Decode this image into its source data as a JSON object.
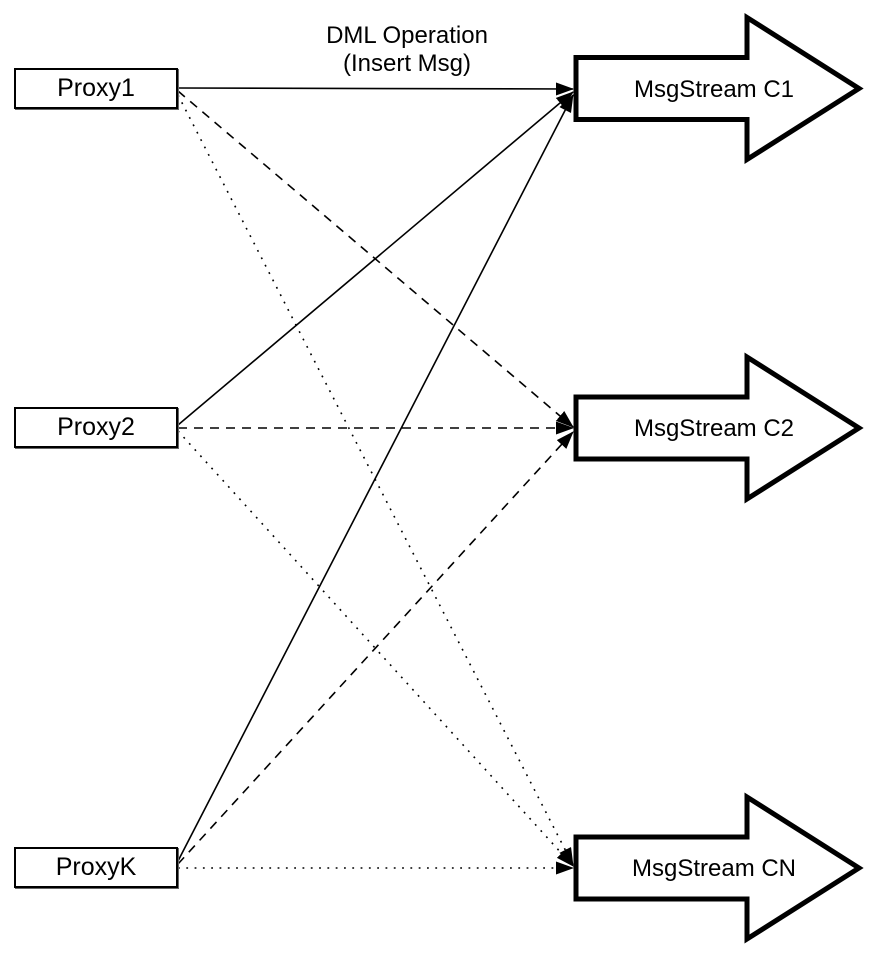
{
  "diagram": {
    "background_color": "#ffffff",
    "stroke_color": "#000000",
    "node_fill_color": "#ffffff",
    "edge_label": {
      "line1": "DML Operation",
      "line2": "(Insert Msg)"
    },
    "proxies": [
      {
        "id": "proxy1",
        "label": "Proxy1"
      },
      {
        "id": "proxy2",
        "label": "Proxy2"
      },
      {
        "id": "proxyk",
        "label": "ProxyK"
      }
    ],
    "streams": [
      {
        "id": "msgstream-c1",
        "label": "MsgStream C1"
      },
      {
        "id": "msgstream-c2",
        "label": "MsgStream C2"
      },
      {
        "id": "msgstream-cn",
        "label": "MsgStream CN"
      }
    ],
    "connections": [
      {
        "from": "Proxy1",
        "to": "MsgStream C1",
        "style": "solid",
        "label": "DML Operation (Insert Msg)"
      },
      {
        "from": "Proxy1",
        "to": "MsgStream C2",
        "style": "dashed"
      },
      {
        "from": "Proxy1",
        "to": "MsgStream CN",
        "style": "dotted"
      },
      {
        "from": "Proxy2",
        "to": "MsgStream C1",
        "style": "solid"
      },
      {
        "from": "Proxy2",
        "to": "MsgStream C2",
        "style": "dashed"
      },
      {
        "from": "Proxy2",
        "to": "MsgStream CN",
        "style": "dotted"
      },
      {
        "from": "ProxyK",
        "to": "MsgStream C1",
        "style": "solid"
      },
      {
        "from": "ProxyK",
        "to": "MsgStream C2",
        "style": "dashed"
      },
      {
        "from": "ProxyK",
        "to": "MsgStream CN",
        "style": "dotted"
      }
    ]
  }
}
